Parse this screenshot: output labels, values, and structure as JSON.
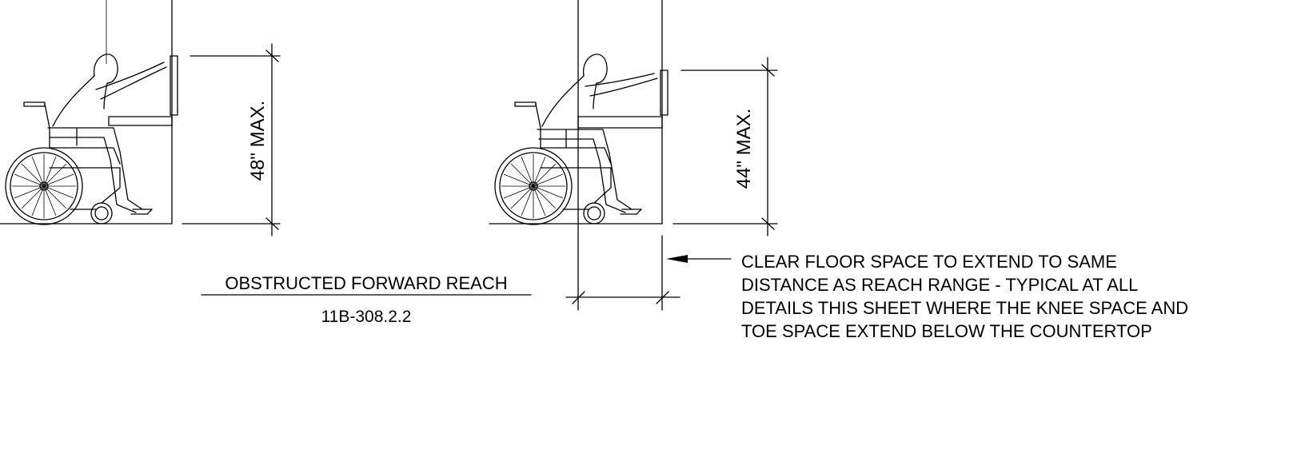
{
  "diagram": {
    "title": "OBSTRUCTED FORWARD REACH",
    "code_reference": "11B-308.2.2",
    "dimension_left": "48\" MAX.",
    "dimension_right": "44\" MAX.",
    "note_lines": [
      "CLEAR FLOOR SPACE TO EXTEND TO SAME",
      "DISTANCE AS REACH RANGE - TYPICAL AT ALL",
      "DETAILS THIS SHEET WHERE THE KNEE SPACE AND",
      "TOE SPACE EXTEND BELOW THE COUNTERTOP"
    ],
    "line_color": "#000000",
    "background_color": "#ffffff"
  }
}
